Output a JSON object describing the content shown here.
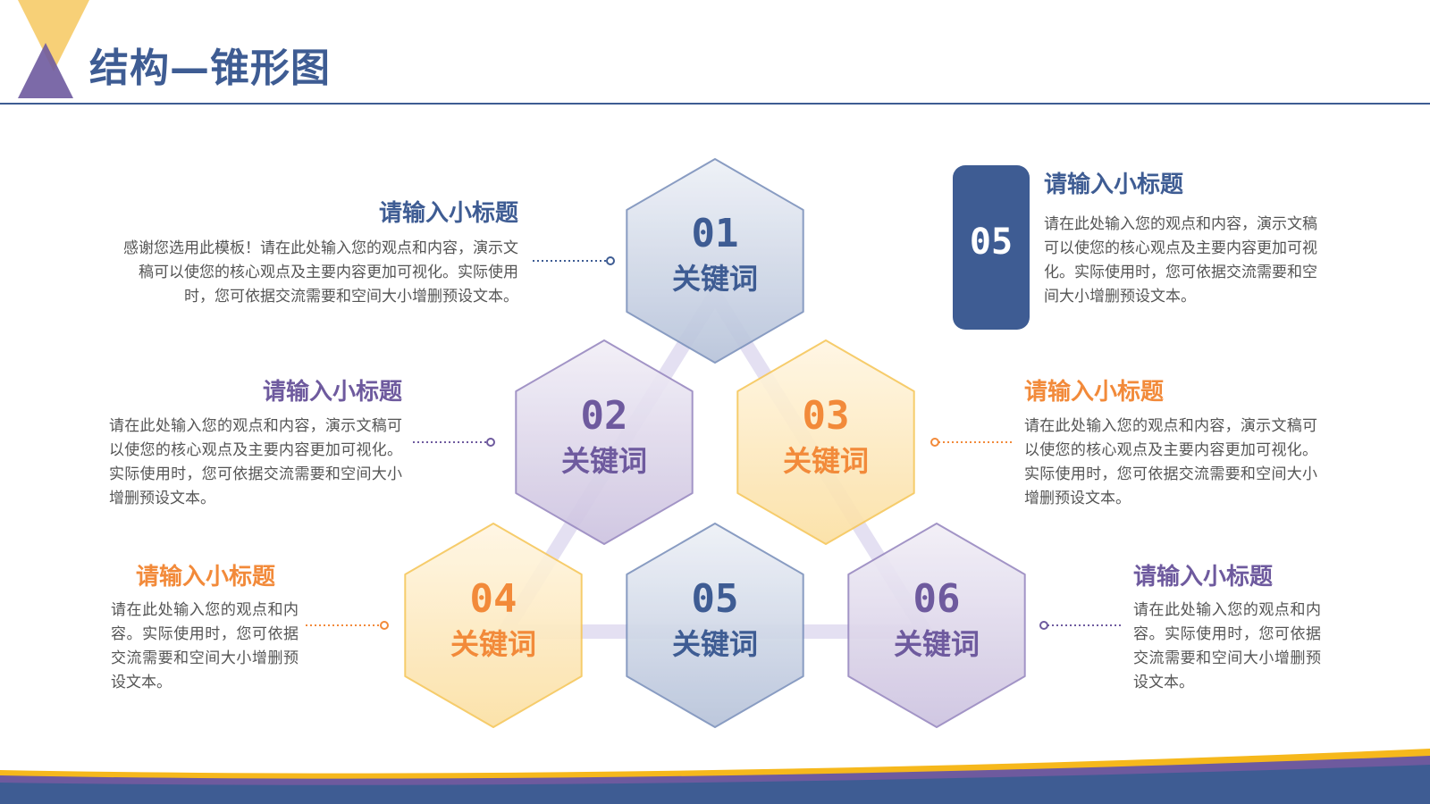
{
  "title": "结构—锥形图",
  "colors": {
    "blue": "#3e5c93",
    "purple": "#7a67a8",
    "orange": "#f28a3a",
    "yellow": "#f6c85f",
    "line": "#3e5c93"
  },
  "hexes": [
    {
      "number": "01",
      "keyword": "关键词",
      "theme": "blue"
    },
    {
      "number": "02",
      "keyword": "关键词",
      "theme": "purple"
    },
    {
      "number": "03",
      "keyword": "关键词",
      "theme": "orange"
    },
    {
      "number": "04",
      "keyword": "关键词",
      "theme": "orange"
    },
    {
      "number": "05",
      "keyword": "关键词",
      "theme": "blue"
    },
    {
      "number": "06",
      "keyword": "关键词",
      "theme": "purple"
    }
  ],
  "badge": "05",
  "blocks": [
    {
      "title": "请输入小标题",
      "text": "感谢您选用此模板！请在此处输入您的观点和内容，演示文稿可以使您的核心观点及主要内容更加可视化。实际使用时，您可依据交流需要和空间大小增删预设文本。"
    },
    {
      "title": "请输入小标题",
      "text": "请在此处输入您的观点和内容，演示文稿可以使您的核心观点及主要内容更加可视化。实际使用时，您可依据交流需要和空间大小增删预设文本。"
    },
    {
      "title": "请输入小标题",
      "text": "请在此处输入您的观点和内容，演示文稿可以使您的核心观点及主要内容更加可视化。实际使用时，您可依据交流需要和空间大小增删预设文本。"
    },
    {
      "title": "请输入小标题",
      "text": "请在此处输入您的观点和内容，演示文稿可以使您的核心观点及主要内容更加可视化。实际使用时，您可依据交流需要和空间大小增删预设文本。"
    },
    {
      "title": "请输入小标题",
      "text": "请在此处输入您的观点和内容。实际使用时，您可依据交流需要和空间大小增删预设文本。"
    },
    {
      "title": "请输入小标题",
      "text": "请在此处输入您的观点和内容。实际使用时，您可依据交流需要和空间大小增删预设文本。"
    }
  ]
}
